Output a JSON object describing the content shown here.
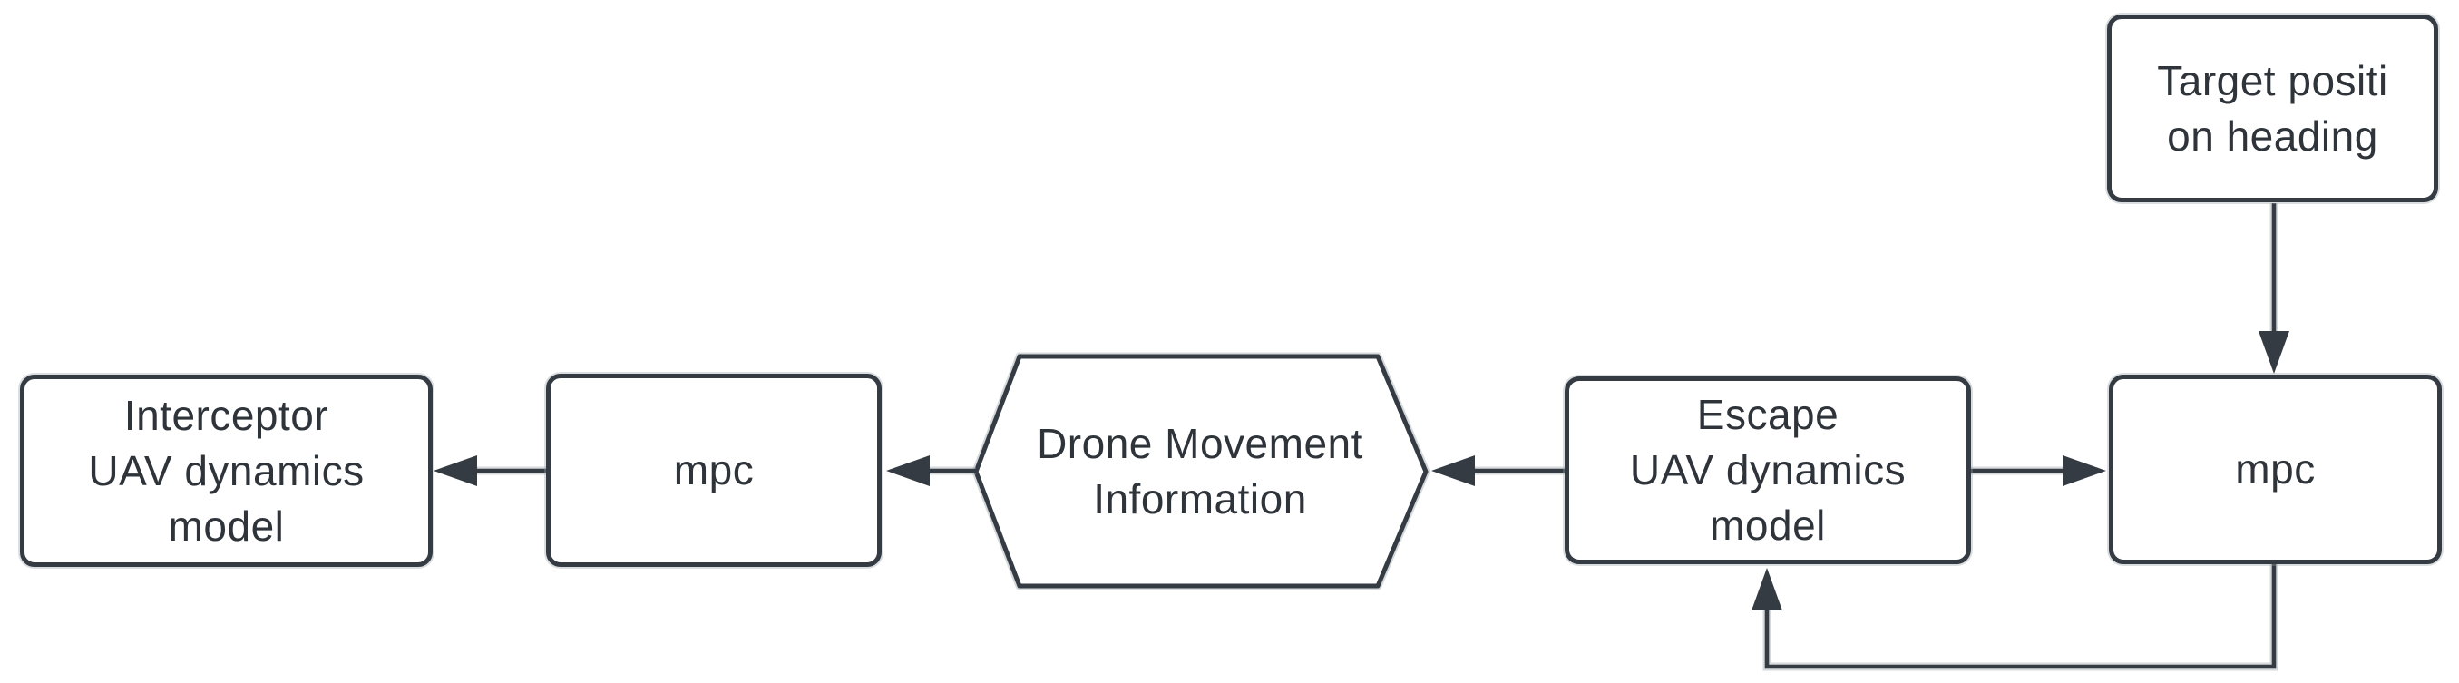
{
  "diagram": {
    "title": "UAV interception MPC control loop diagram",
    "colors": {
      "stroke": "#343b43",
      "halo": "#99a0a7",
      "node_fill": "#ffffff",
      "text": "#2e343a",
      "background": "#ffffff"
    },
    "nodes": {
      "interceptor": {
        "shape": "rounded-rectangle",
        "label": "Interceptor UAV dynamics model",
        "lines": [
          "Interceptor",
          "UAV dynamics",
          "model"
        ]
      },
      "mpc_left": {
        "shape": "rounded-rectangle",
        "label": "mpc",
        "lines": [
          "mpc"
        ]
      },
      "drone_info": {
        "shape": "hexagon",
        "label": "Drone Movement Information",
        "lines": [
          "Drone Movement",
          "Information"
        ]
      },
      "escape": {
        "shape": "rounded-rectangle",
        "label": "Escape UAV dynamics model",
        "lines": [
          "Escape",
          "UAV dynamics",
          "model"
        ]
      },
      "mpc_right": {
        "shape": "rounded-rectangle",
        "label": "mpc",
        "lines": [
          "mpc"
        ]
      },
      "target": {
        "shape": "rounded-rectangle",
        "label": "Target positi on heading",
        "lines": [
          "Target positi",
          "on heading"
        ]
      }
    },
    "edges": [
      {
        "from": "mpc_left",
        "to": "interceptor",
        "direction": "left"
      },
      {
        "from": "drone_info",
        "to": "mpc_left",
        "direction": "left"
      },
      {
        "from": "escape",
        "to": "drone_info",
        "direction": "left"
      },
      {
        "from": "escape",
        "to": "mpc_right",
        "direction": "right"
      },
      {
        "from": "target",
        "to": "mpc_right",
        "direction": "down"
      },
      {
        "from": "mpc_right",
        "to": "escape",
        "direction": "feedback-up",
        "route": "down-left-up"
      }
    ]
  }
}
